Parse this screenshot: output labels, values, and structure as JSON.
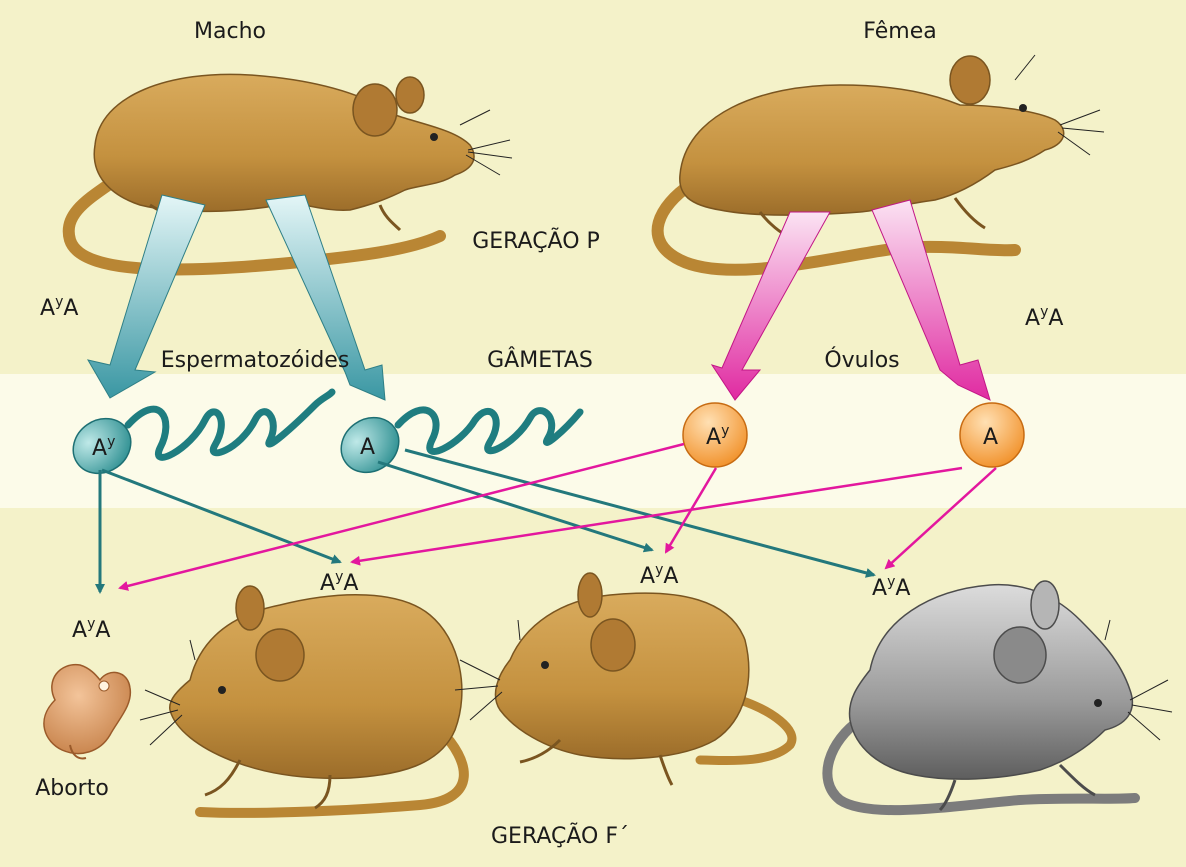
{
  "labels": {
    "male": "Macho",
    "female": "Fêmea",
    "generation_p": "GERAÇÃO P",
    "gametes": "GÂMETAS",
    "sperm": "Espermatozóides",
    "ova": "Óvulos",
    "generation_f": "GERAÇÃO  F´",
    "abortion": "Aborto"
  },
  "genotype": {
    "base": "A",
    "sup": "y"
  },
  "gametes": {
    "sperm_1": {
      "base": "A",
      "sup": "y"
    },
    "sperm_2": {
      "base": "A",
      "sup": ""
    },
    "ovum_1": {
      "base": "A",
      "sup": "y"
    },
    "ovum_2": {
      "base": "A",
      "sup": ""
    }
  },
  "colors": {
    "background": "#f4f2c9",
    "gamete_band": "#fcfbe9",
    "mouse_yellow": "#c4913f",
    "mouse_gray": "#9a9a9a",
    "sperm": "#2a8d8f",
    "ovum": "#f4a13c",
    "male_arrow": "#2e7f86",
    "female_arrow": "#e3179e"
  }
}
